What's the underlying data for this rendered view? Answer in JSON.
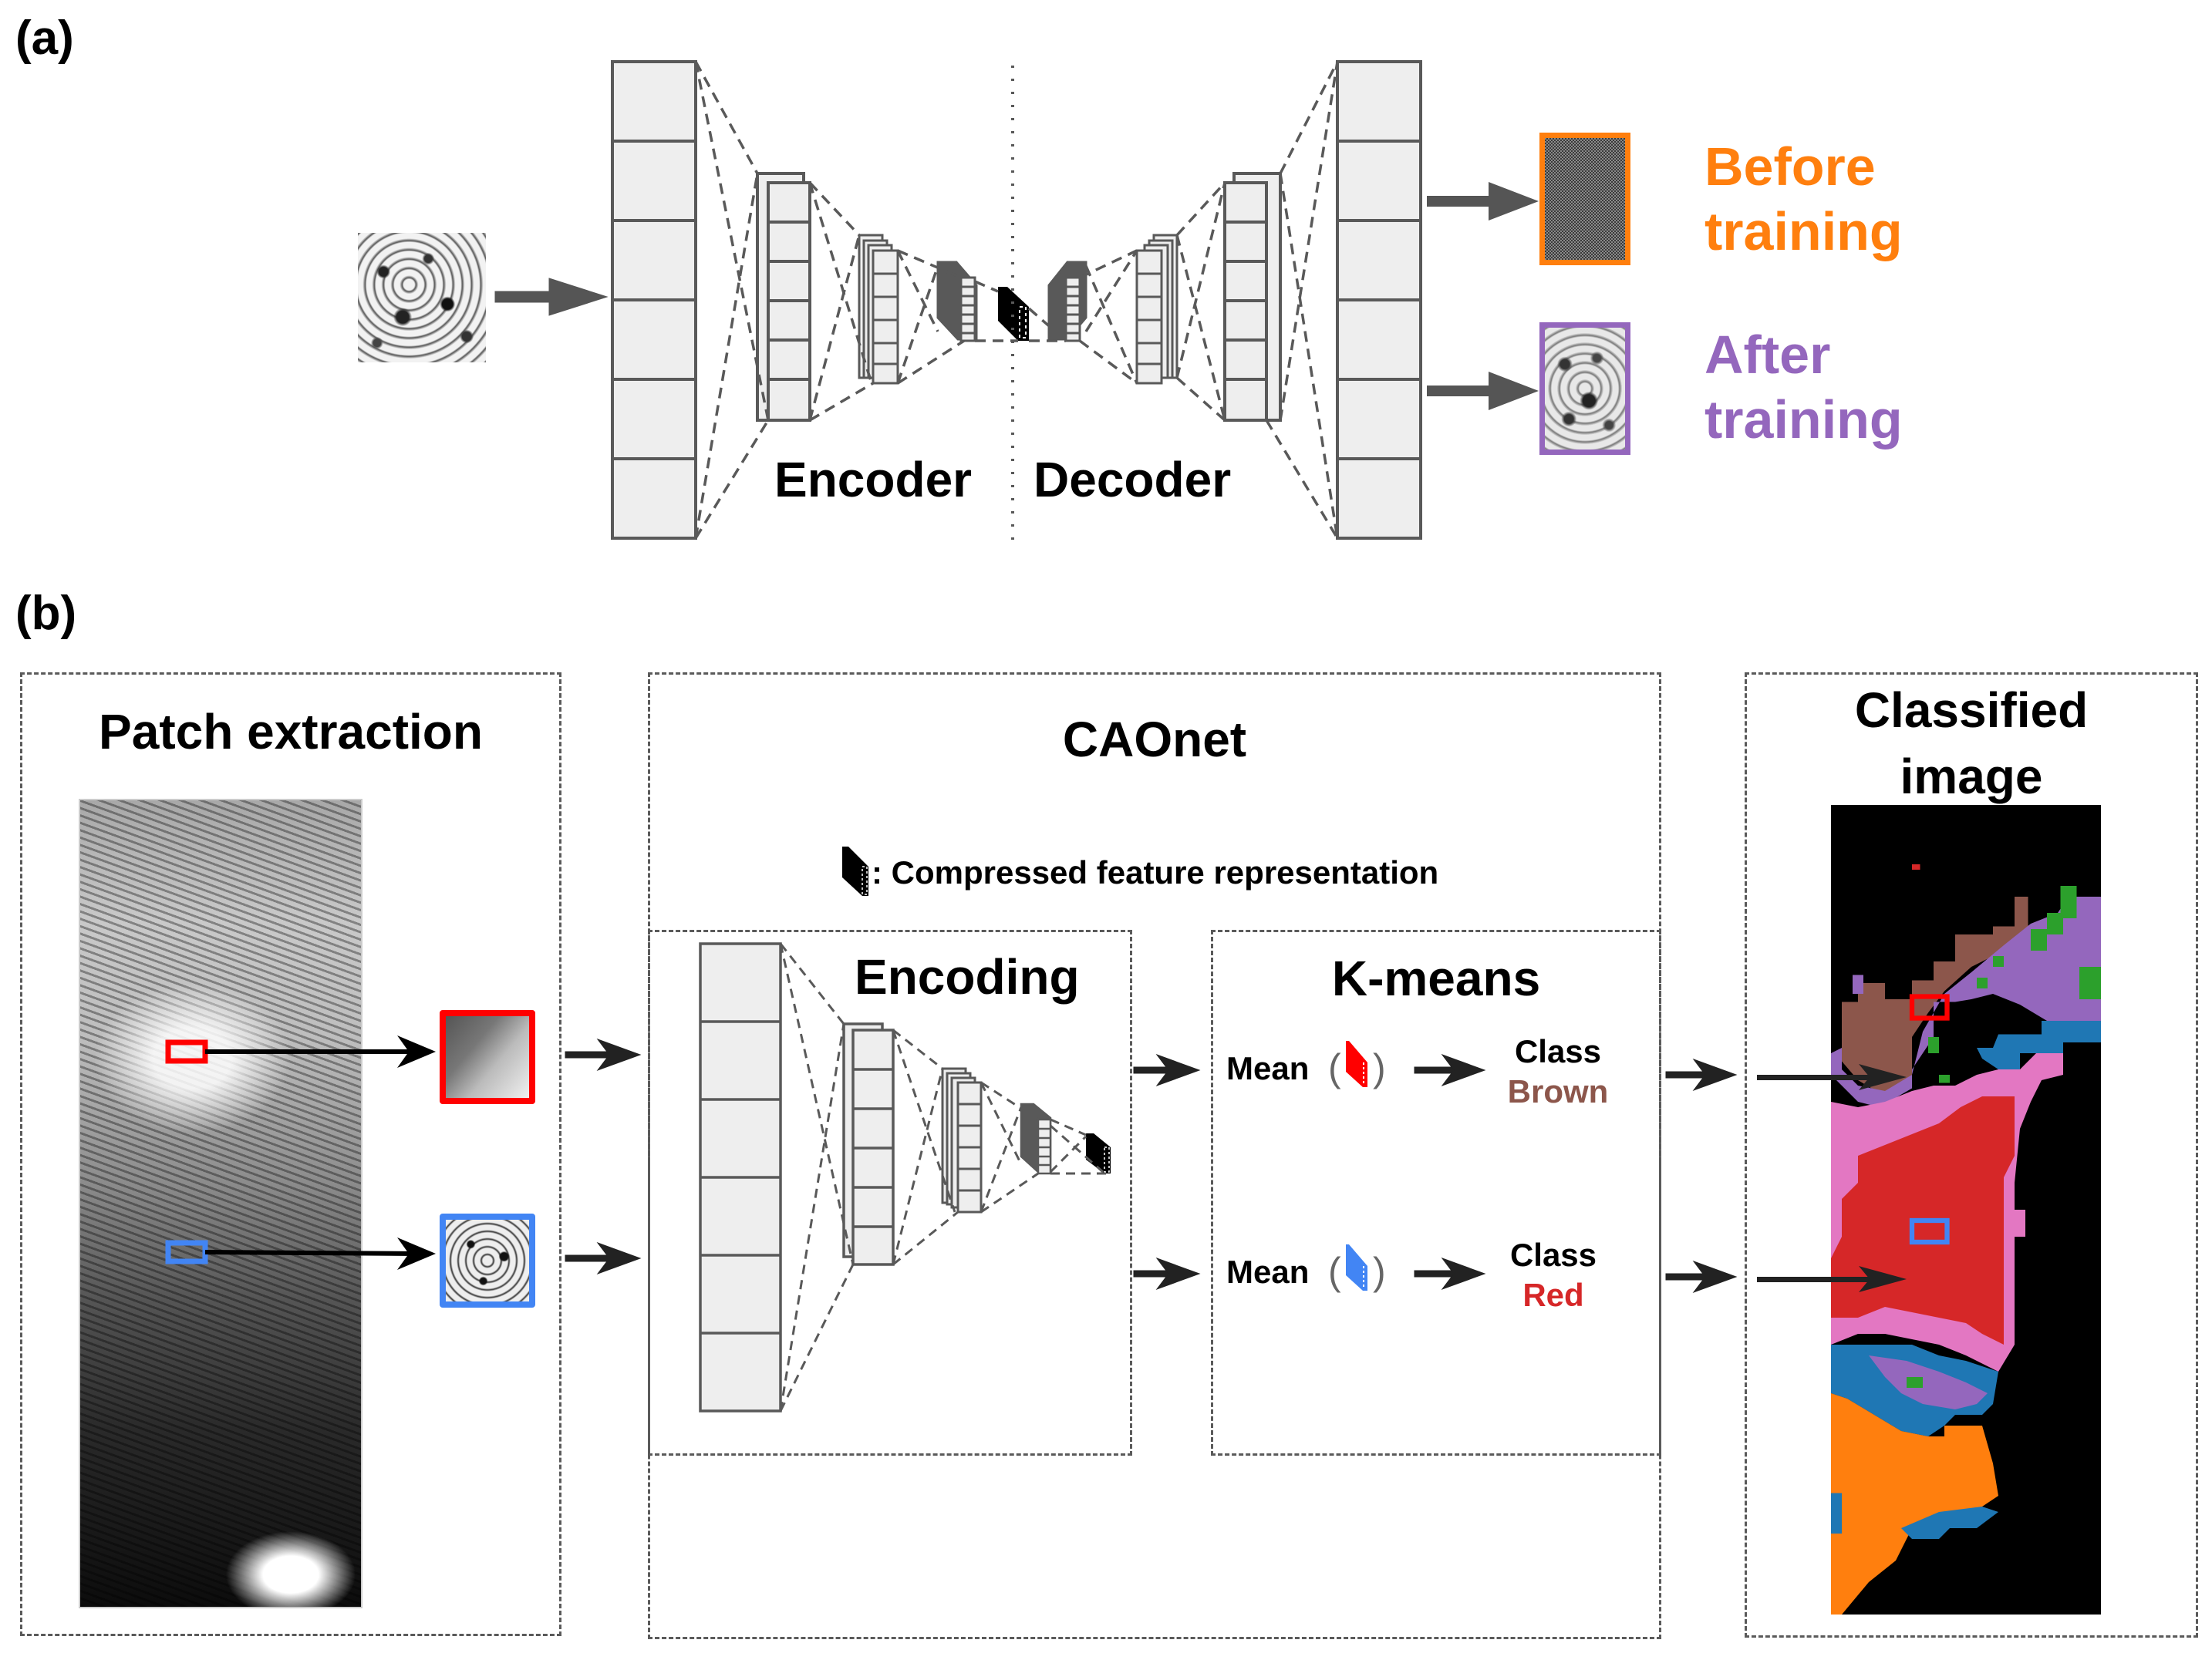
{
  "panel_a": {
    "label": "(a)",
    "encoder_label": "Encoder",
    "decoder_label": "Decoder",
    "outputs": [
      {
        "label_line1": "Before",
        "label_line2": "training",
        "color": "#ff7f0e",
        "image": "noise-patch"
      },
      {
        "label_line1": "After",
        "label_line2": "training",
        "color": "#9467bd",
        "image": "reconstructed-cloud-patch"
      }
    ],
    "input_image": "cloud-texture-patch"
  },
  "panel_b": {
    "label": "(b)",
    "patch_extraction": {
      "title": "Patch extraction",
      "image": "satellite-cloud-scene",
      "patches": [
        {
          "name": "red-patch",
          "color": "#ff0000"
        },
        {
          "name": "blue-patch",
          "color": "#4285f4"
        }
      ]
    },
    "caonet": {
      "title": "CAOnet",
      "legend": ": Compressed feature representation",
      "encoding": {
        "title": "Encoding"
      },
      "kmeans": {
        "title": "K-means",
        "rows": [
          {
            "mean_label": "Mean",
            "feature_color": "#ff0000",
            "class_label": "Class",
            "class_value": "Brown",
            "class_color": "#8c564b"
          },
          {
            "mean_label": "Mean",
            "feature_color": "#4285f4",
            "class_label": "Class",
            "class_value": "Red",
            "class_color": "#d62728"
          }
        ]
      }
    },
    "classified": {
      "title_line1": "Classified",
      "title_line2": "image",
      "palette": {
        "black": "#000000",
        "brown": "#8c564b",
        "purple": "#9467bd",
        "green": "#2ca02c",
        "blue": "#1f77b4",
        "pink": "#e377c2",
        "red": "#d62728",
        "orange": "#ff7f0e"
      }
    }
  }
}
